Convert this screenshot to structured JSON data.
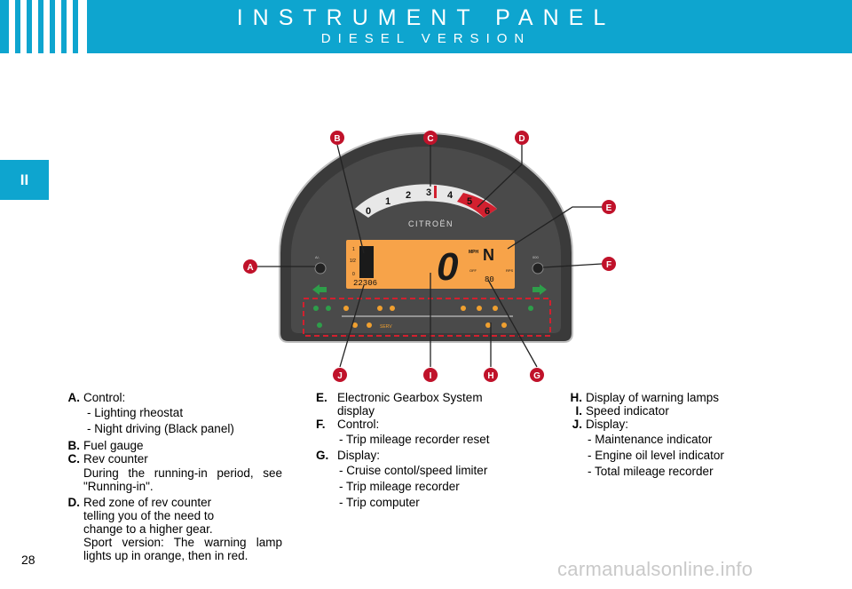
{
  "header": {
    "title": "INSTRUMENT PANEL",
    "subtitle": "DIESEL VERSION"
  },
  "chapter_tab": "II",
  "diagram": {
    "callouts": [
      "A",
      "B",
      "C",
      "D",
      "E",
      "F",
      "G",
      "H",
      "I",
      "J"
    ],
    "brand": "CITROËN",
    "tach_numbers": [
      "0",
      "1",
      "2",
      "3",
      "4",
      "5",
      "6"
    ],
    "digital": {
      "speed": "0",
      "gear": "N",
      "speed_unit": "MPH",
      "odometer": "22306",
      "trip_value": "80",
      "unit_small": "RPS",
      "fuel_marks": [
        "1",
        "1/2",
        "0"
      ],
      "label_off": "OFF",
      "serv": "SERV",
      "btn_left": "A/-",
      "btn_right": "000"
    },
    "colors": {
      "accent": "#0ea5cf",
      "callout_red": "#c0122a",
      "lcd_orange": "#f7a349",
      "redzone": "#d2202f",
      "arrow_green": "#2e9e4a"
    }
  },
  "legend": {
    "col1": [
      {
        "key": "A.",
        "text": "Control:",
        "subs": [
          "- Lighting rheostat",
          "- Night driving (Black panel)"
        ]
      },
      {
        "key": "B.",
        "text": "Fuel gauge",
        "subs": []
      },
      {
        "key": "C.",
        "text": "Rev counter",
        "note": "During the running-in period, see \"Running-in\".",
        "subs": []
      },
      {
        "key": "D.",
        "text": "Red zone of rev counter telling you of the need to change to a higher gear.",
        "note": "Sport version: The warning lamp lights up in orange, then in red.",
        "subs": []
      }
    ],
    "col2": [
      {
        "key": "E.",
        "text": "Electronic Gearbox System display",
        "subs": []
      },
      {
        "key": "F.",
        "text": "Control:",
        "subs": [
          "- Trip mileage recorder reset"
        ]
      },
      {
        "key": "G.",
        "text": "Display:",
        "subs": [
          "- Cruise contol/speed limiter",
          "- Trip mileage recorder",
          "- Trip computer"
        ]
      }
    ],
    "col3": [
      {
        "key": "H.",
        "text": "Display of warning lamps",
        "subs": []
      },
      {
        "key": "I.",
        "text": "Speed indicator",
        "subs": []
      },
      {
        "key": "J.",
        "text": "Display:",
        "subs": [
          "- Maintenance indicator",
          "- Engine oil level indicator",
          "- Total mileage recorder"
        ]
      }
    ]
  },
  "page_number": "28",
  "watermark": "carmanualsonline.info"
}
